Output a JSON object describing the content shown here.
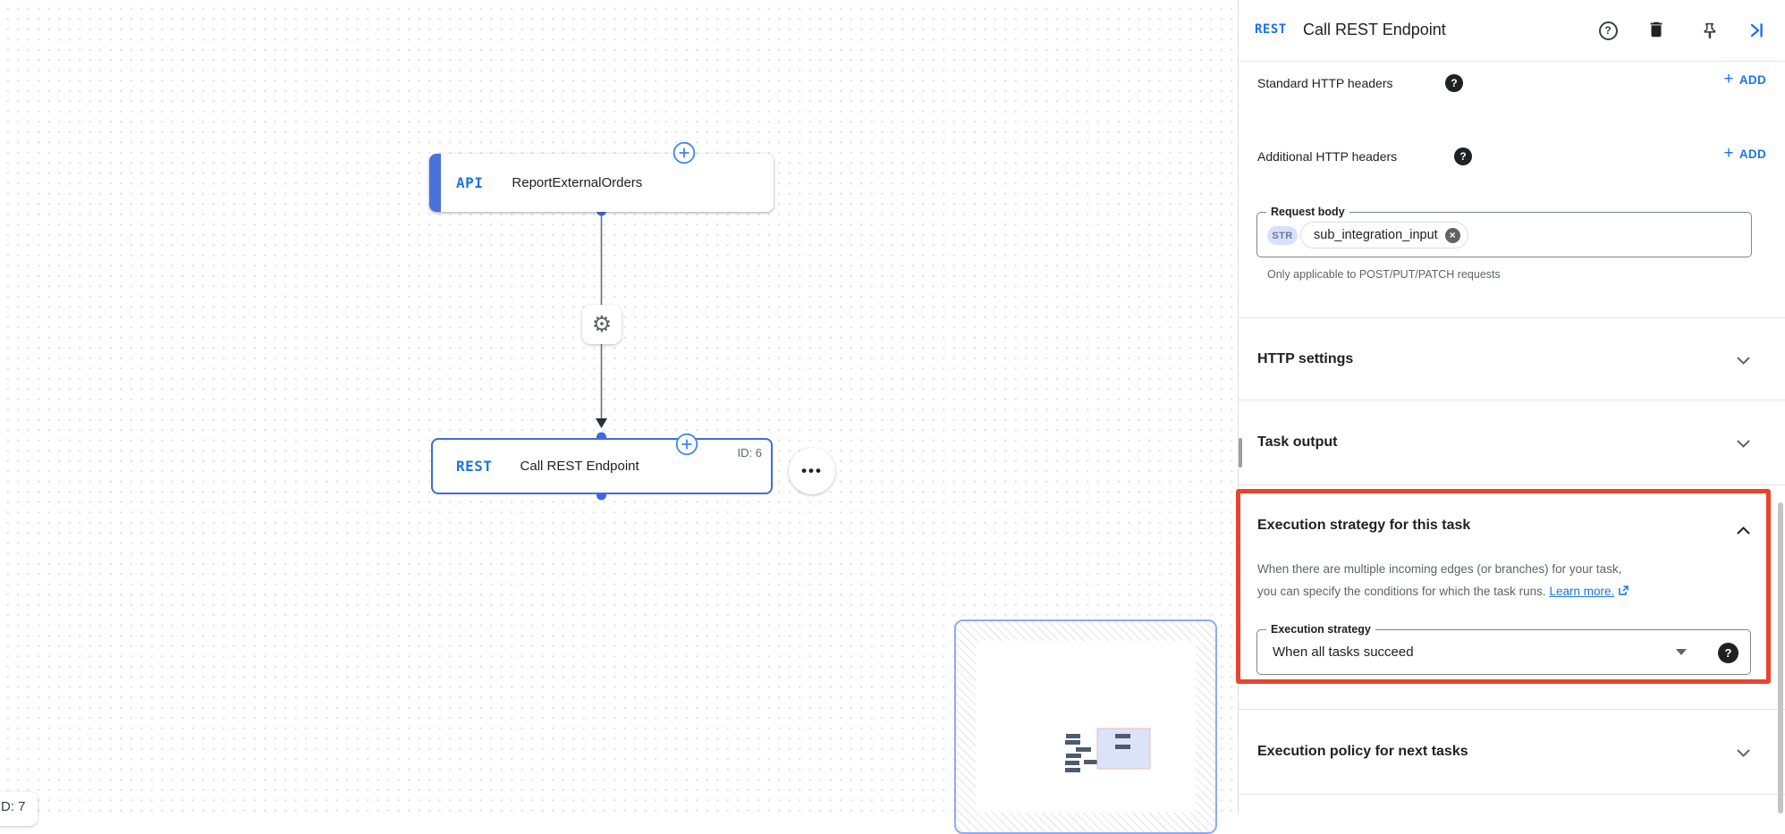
{
  "icons": {
    "gear": "⚙",
    "more": "•••",
    "close": "×",
    "help": "?"
  },
  "colors": {
    "accent_blue": "#1a73e8",
    "node_border_blue": "#3f6ae0",
    "annotation_red": "#e8432d",
    "edge_gray": "#5f7183",
    "port_blue": "#3e68df"
  },
  "canvas": {
    "trigger_node": {
      "type_label": "API",
      "title": "ReportExternalOrders"
    },
    "task_node": {
      "type_label": "REST",
      "title": "Call REST Endpoint",
      "id_label": "ID: 6"
    },
    "partial_node": {
      "label": "D: 7"
    }
  },
  "panel": {
    "header": {
      "badge": "REST",
      "title": "Call REST Endpoint"
    },
    "add_button": {
      "plus": "+",
      "label": "ADD"
    },
    "rows": {
      "standard_headers": {
        "label": "Standard HTTP headers"
      },
      "additional_headers": {
        "label": "Additional HTTP headers"
      }
    },
    "request_body": {
      "label": "Request body",
      "type_chip": "STR",
      "value": "sub_integration_input",
      "helper": "Only applicable to POST/PUT/PATCH requests"
    },
    "sections": {
      "http_settings": {
        "title": "HTTP settings"
      },
      "task_output": {
        "title": "Task output"
      },
      "execution_strategy": {
        "title": "Execution strategy for this task",
        "description_line1": "When there are multiple incoming edges (or branches) for your task,",
        "description_line2": "you can specify the conditions for which the task runs.",
        "link_label": "Learn more.",
        "field_label": "Execution strategy",
        "field_value": "When all tasks succeed"
      },
      "execution_policy": {
        "title": "Execution policy for next tasks"
      }
    }
  }
}
